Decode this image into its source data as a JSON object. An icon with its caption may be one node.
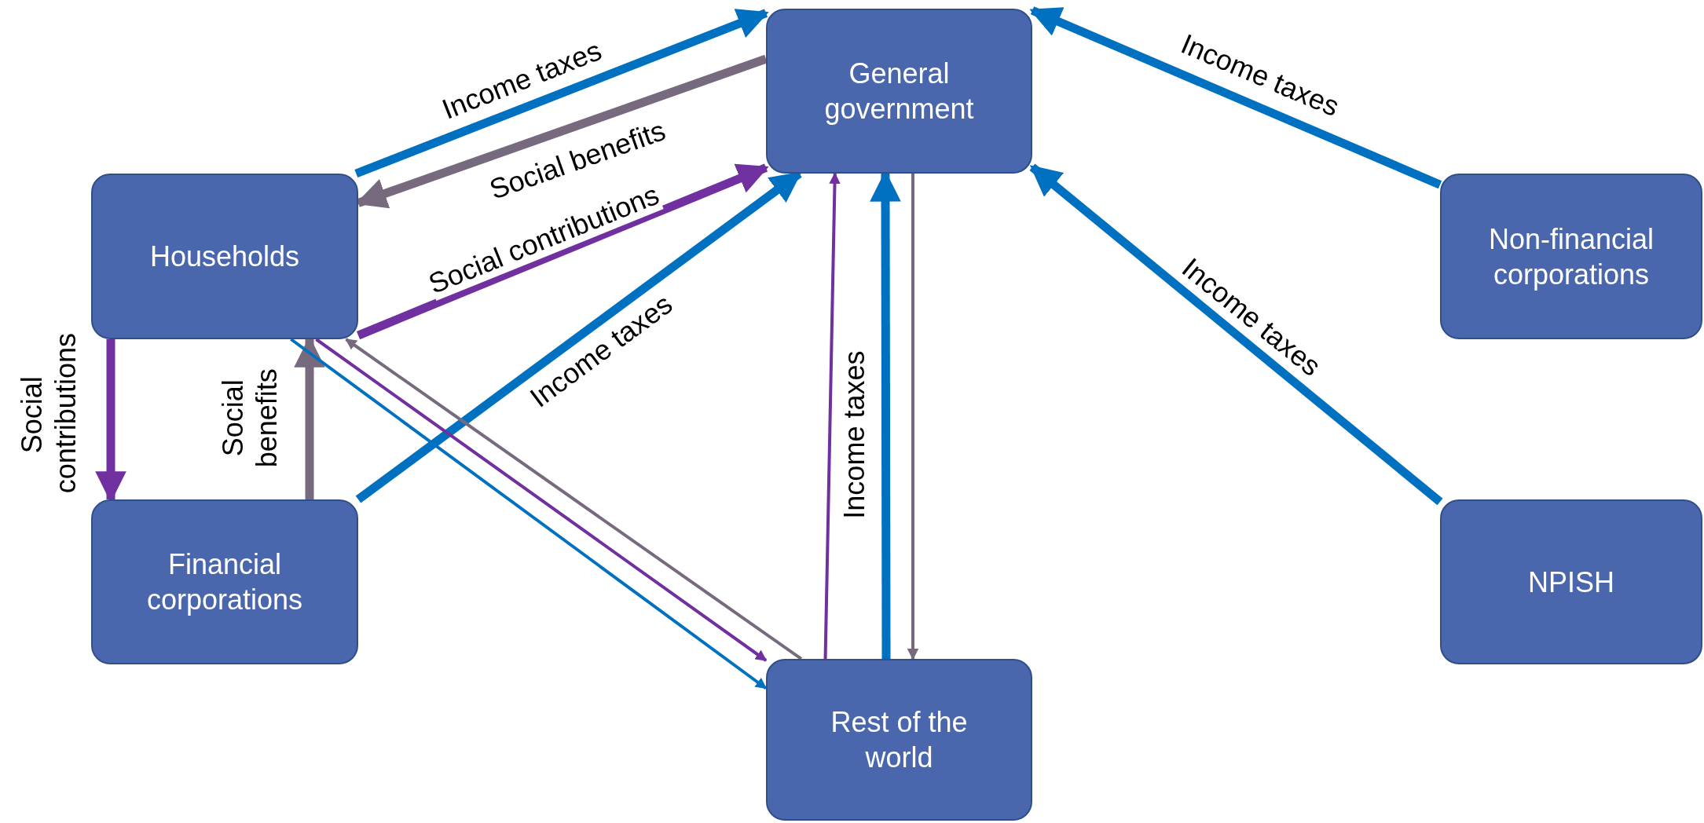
{
  "diagram": {
    "nodes": [
      {
        "text": [
          "General government"
        ]
      },
      {
        "text": [
          "Households"
        ]
      },
      {
        "text": [
          "Non-financial corporations"
        ]
      },
      {
        "text": [
          "Financial corporations"
        ]
      },
      {
        "text": [
          "NPISH"
        ]
      },
      {
        "text": [
          "Rest of the world"
        ]
      }
    ],
    "edges": [
      {
        "from": 1,
        "to": 0,
        "arrow": "to",
        "label": "Income taxes"
      },
      {
        "from": 0,
        "to": 1,
        "arrow": "to",
        "label": "Social benefits",
        "color": "#776a7e"
      },
      {
        "from": 1,
        "to": 0,
        "arrow": "to",
        "label": "Social contributions",
        "color": "#7030a0"
      },
      {
        "from": 3,
        "to": 0,
        "arrow": "to",
        "label": "Income taxes"
      },
      {
        "from": 2,
        "to": 0,
        "arrow": "to",
        "label": "Income taxes"
      },
      {
        "from": 4,
        "to": 0,
        "arrow": "to",
        "label": "Income taxes"
      },
      {
        "from": 1,
        "to": 3,
        "arrow": "to",
        "label": "Social contributions",
        "color": "#7030a0"
      },
      {
        "from": 3,
        "to": 1,
        "arrow": "to",
        "label": "Social benefits",
        "color": "#776a7e"
      },
      {
        "from": 5,
        "to": 0,
        "arrow": "to",
        "color": "#7030a0"
      },
      {
        "from": 5,
        "to": 0,
        "arrow": "to",
        "label": "Income taxes"
      },
      {
        "from": 0,
        "to": 5,
        "arrow": "to",
        "color": "#776a7e"
      },
      {
        "from": 1,
        "to": 5,
        "arrow": "to",
        "color": "#7030a0"
      },
      {
        "from": 5,
        "to": 1,
        "arrow": "to",
        "color": "#776a7e"
      },
      {
        "from": 1,
        "to": 5,
        "arrow": "to"
      }
    ]
  }
}
